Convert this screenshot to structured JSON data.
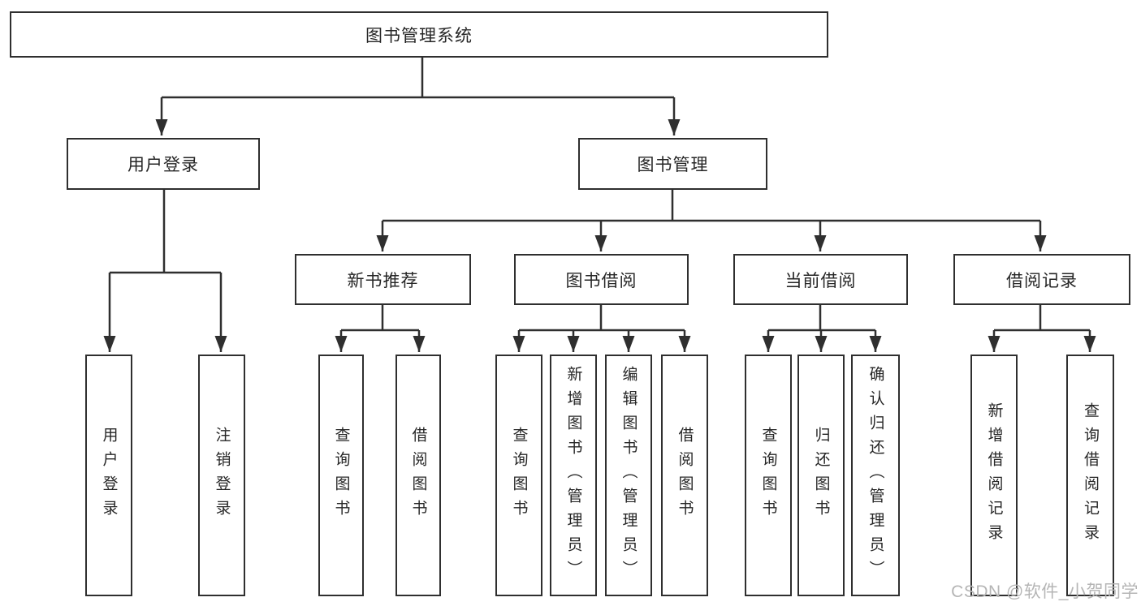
{
  "diagram": {
    "title": "图书管理系统",
    "branches": [
      {
        "label": "用户登录",
        "leaves": [
          "用户登录",
          "注销登录"
        ]
      },
      {
        "label": "图书管理",
        "groups": [
          {
            "label": "新书推荐",
            "leaves": [
              "查询图书",
              "借阅图书"
            ]
          },
          {
            "label": "图书借阅",
            "leaves": [
              "查询图书",
              "新增图书（管理员）",
              "编辑图书（管理员）",
              "借阅图书"
            ]
          },
          {
            "label": "当前借阅",
            "leaves": [
              "查询图书",
              "归还图书",
              "确认归还（管理员）"
            ]
          },
          {
            "label": "借阅记录",
            "leaves": [
              "新增借阅记录",
              "查询借阅记录"
            ]
          }
        ]
      }
    ]
  },
  "watermark": {
    "text": "CSDN @软件_小贺同学",
    "color": "#b5b5b5"
  },
  "colors": {
    "line": "#2f2f2f",
    "box_border": "#2f2f2f",
    "box_bg": "#ffffff",
    "text": "#262626",
    "background": "#ffffff"
  }
}
